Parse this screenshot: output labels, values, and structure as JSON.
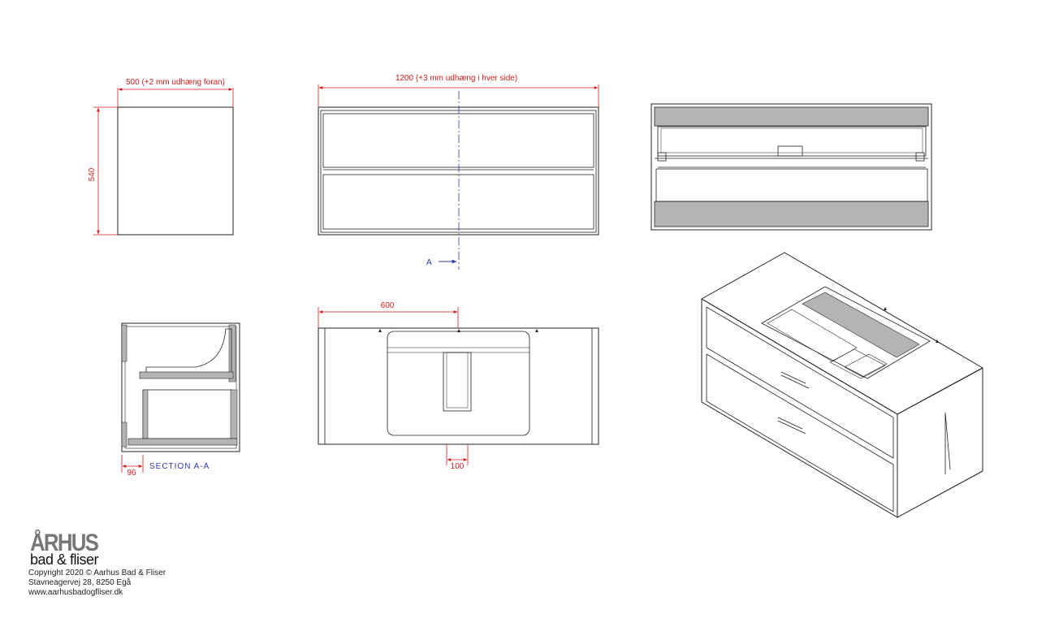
{
  "side_view": {
    "width_label": "500 (+2 mm udhæng foran)",
    "height_label": "540"
  },
  "front_view": {
    "width_label": "1200 (+3 mm udhæng i hver side)",
    "section_marker": "A"
  },
  "section_view": {
    "depth_label": "96",
    "title": "SECTION A-A"
  },
  "top_view": {
    "half_width_label": "600",
    "drain_label": "100"
  },
  "brand": {
    "logo_main": "ÅRHUS",
    "logo_sub": "bad & fliser"
  },
  "footer": {
    "copyright": "Copyright 2020 © Aarhus Bad & Fliser",
    "address": "Stavneagervej 28, 8250 Egå",
    "website": "www.aarhusbadogfliser.dk"
  },
  "colors": {
    "dimension": "#d21e1e",
    "section": "#2a3aa8",
    "line": "#222222",
    "fill_gray": "#b4b4b4"
  }
}
